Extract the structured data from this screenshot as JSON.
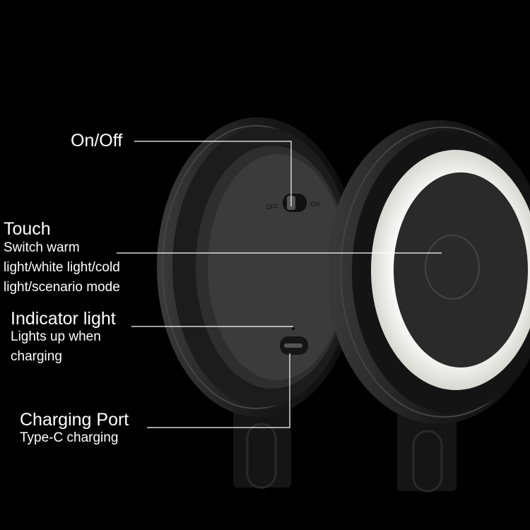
{
  "callouts": {
    "onoff": {
      "title": "On/Off"
    },
    "touch": {
      "title": "Touch",
      "desc_lines": [
        "Switch warm",
        "light/white light/cold",
        "light/scenario mode"
      ]
    },
    "indicator": {
      "title": "Indicator light",
      "desc_lines": [
        "Lights up when",
        "charging"
      ]
    },
    "charging": {
      "title": "Charging Port",
      "desc_lines": [
        "Type-C charging"
      ]
    }
  },
  "switch_labels": {
    "off": "OFF",
    "on": "ON"
  },
  "colors": {
    "background": "#000000",
    "body": "#1a1a1a",
    "ring_light": "#f4f4f0",
    "text": "#ffffff"
  }
}
